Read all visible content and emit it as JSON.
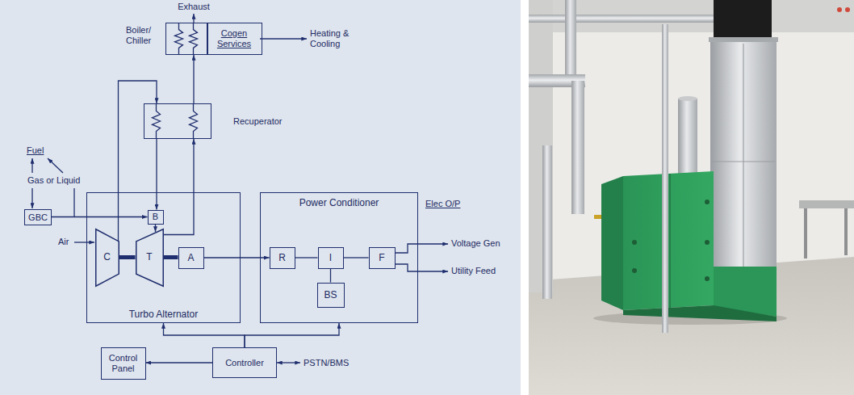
{
  "diagram": {
    "nodes": [
      {
        "text": [
          "Boiler/ Chiller"
        ]
      },
      {
        "text": [
          "Cogen Services"
        ]
      },
      {
        "text": [
          "Recuperator"
        ]
      },
      {
        "text": [
          "Turbo Alternator"
        ]
      },
      {
        "text": [
          "B"
        ],
        "in": 3
      },
      {
        "text": [
          "C"
        ],
        "in": 3
      },
      {
        "text": [
          "T"
        ],
        "in": 3
      },
      {
        "text": [
          "A"
        ],
        "in": 3
      },
      {
        "text": [
          "Power Conditioner"
        ]
      },
      {
        "text": [
          "R"
        ],
        "in": 8
      },
      {
        "text": [
          "I"
        ],
        "in": 8
      },
      {
        "text": [
          "F"
        ],
        "in": 8
      },
      {
        "text": [
          "BS"
        ],
        "in": 8
      },
      {
        "text": [
          "GBC"
        ]
      },
      {
        "text": [
          "Control Panel"
        ]
      },
      {
        "text": [
          "Controller"
        ]
      }
    ],
    "edges": [
      {
        "from": 5,
        "to": 2,
        "arrow": "to"
      },
      {
        "from": 2,
        "to": 4,
        "arrow": "to"
      },
      {
        "from": 6,
        "to": 2,
        "arrow": "to"
      },
      {
        "from": 2,
        "to": 0,
        "arrow": "to"
      },
      {
        "from": 4,
        "to": 6,
        "arrow": "to"
      },
      {
        "from": 13,
        "to": 4,
        "arrow": "to"
      },
      {
        "from": 5,
        "to": 6,
        "arrow": "none"
      },
      {
        "from": 6,
        "to": 7,
        "arrow": "none"
      },
      {
        "from": 7,
        "to": 9,
        "arrow": "to"
      },
      {
        "from": 9,
        "to": 10,
        "arrow": "none"
      },
      {
        "from": 10,
        "to": 11,
        "arrow": "none"
      },
      {
        "from": 10,
        "to": 12,
        "arrow": "none"
      },
      {
        "from": 15,
        "to": 14,
        "arrow": "to"
      },
      {
        "from": 15,
        "to": 3,
        "arrow": "to"
      },
      {
        "from": 15,
        "to": 8,
        "arrow": "to"
      }
    ],
    "labels": [
      "Exhaust",
      "Heating & Cooling",
      "Fuel",
      "Gas or Liquid",
      "Air",
      "Elec O/P",
      "Voltage Gen",
      "Utility Feed",
      "PSTN/BMS"
    ]
  }
}
